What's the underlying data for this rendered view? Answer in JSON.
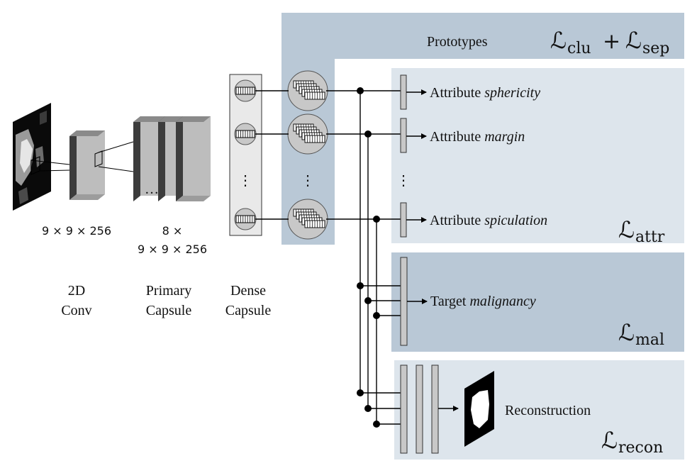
{
  "colors": {
    "panel_blue": "#b9c8d6",
    "panel_light": "#dde5ec",
    "layer_dark": "#3c3c3c",
    "layer_face": "#bdbdbd",
    "capsule_fill": "#c8c8c8",
    "line": "#000000"
  },
  "stages": {
    "conv": {
      "dims": "9 × 9 × 256",
      "name_line1": "2D",
      "name_line2": "Conv"
    },
    "primary": {
      "dims_line1": "8 ×",
      "dims_line2": "9 × 9 × 256",
      "name_line1": "Primary",
      "name_line2": "Capsule"
    },
    "dense": {
      "name_line1": "Dense",
      "name_line2": "Capsule"
    }
  },
  "ellipsis": {
    "primary": "…",
    "dense": "⋮",
    "prototypes": "⋮",
    "attributes": "⋮"
  },
  "prototypes": {
    "label": "Prototypes",
    "loss_main_a": "ℒ",
    "loss_sub_a": "clu",
    "loss_plus": "+",
    "loss_main_b": "ℒ",
    "loss_sub_b": "sep"
  },
  "attributes": [
    {
      "prefix": "Attribute ",
      "name": "sphericity"
    },
    {
      "prefix": "Attribute ",
      "name": "margin"
    },
    {
      "prefix": "Attribute ",
      "name": "spiculation"
    }
  ],
  "attr_loss": {
    "main": "ℒ",
    "sub": "attr"
  },
  "target": {
    "prefix": "Target ",
    "name": "malignancy"
  },
  "mal_loss": {
    "main": "ℒ",
    "sub": "mal"
  },
  "reconstruction": {
    "label": "Reconstruction"
  },
  "recon_loss": {
    "main": "ℒ",
    "sub": "recon"
  }
}
